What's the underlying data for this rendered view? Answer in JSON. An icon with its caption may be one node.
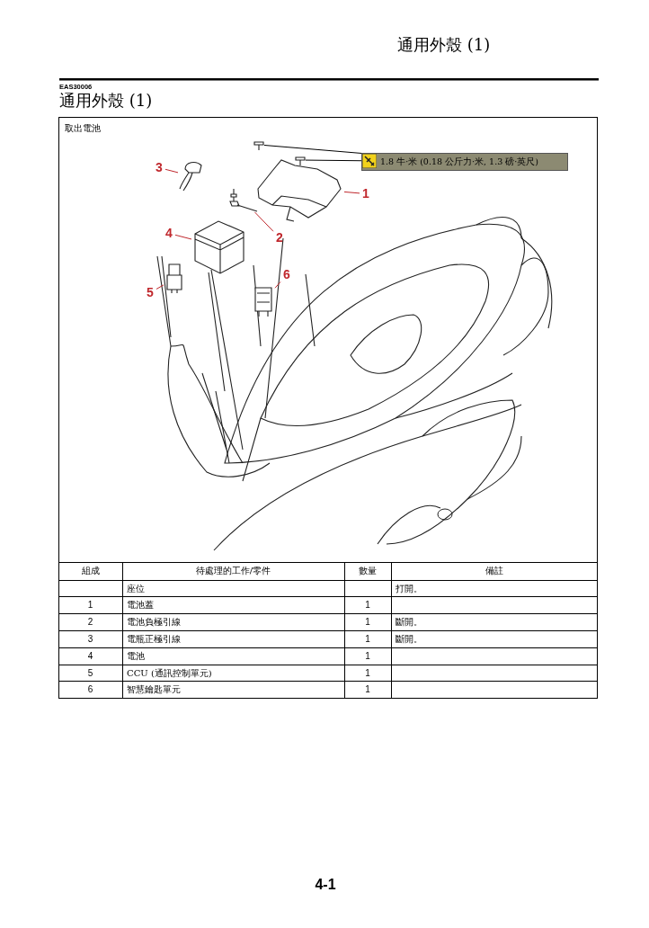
{
  "diagram": {
    "title": "通用外殼 (1)",
    "nodes": [
      {
        "text": [
          "1"
        ]
      },
      {
        "text": [
          "2"
        ]
      },
      {
        "text": [
          "3"
        ]
      },
      {
        "text": [
          "4"
        ]
      },
      {
        "text": [
          "5"
        ]
      },
      {
        "text": [
          "6"
        ]
      },
      {
        "text": [],
        "shape": "picture"
      },
      {
        "text": [],
        "shape": "picture"
      },
      {
        "text": [],
        "shape": "picture"
      },
      {
        "text": [],
        "shape": "picture"
      },
      {
        "text": [],
        "shape": "picture"
      },
      {
        "text": [],
        "shape": "picture"
      },
      {
        "text": [
          "1.8 牛·米 (0.18 公斤力·米, 1.3 磅·英尺)"
        ]
      },
      {
        "text": [],
        "shape": "picture"
      },
      {
        "text": [],
        "shape": "picture"
      }
    ],
    "edges": [
      {
        "from": 0,
        "to": 6,
        "arrow": "none"
      },
      {
        "from": 1,
        "to": 7,
        "arrow": "none"
      },
      {
        "from": 2,
        "to": 8,
        "arrow": "none"
      },
      {
        "from": 3,
        "to": 9,
        "arrow": "none"
      },
      {
        "from": 4,
        "to": 10,
        "arrow": "none"
      },
      {
        "from": 5,
        "to": 11,
        "arrow": "none"
      },
      {
        "from": 12,
        "to": 13,
        "arrow": "none",
        "color": "#000000"
      },
      {
        "from": 12,
        "to": 14,
        "arrow": "none",
        "color": "#000000"
      }
    ],
    "labels": [
      "通用外殼 (1)",
      "EAS30006",
      "取出電池",
      "組成",
      "待處理的工作/零件",
      "數量",
      "備註",
      "座位",
      "打開。",
      "1",
      "電池蓋",
      "1",
      "2",
      "電池負極引線",
      "1",
      "斷開。",
      "3",
      "電瓶正極引線",
      "1",
      "斷開。",
      "4",
      "電池",
      "1",
      "5",
      "CCU (通訊控制單元)",
      "1",
      "6",
      "智慧鑰匙單元",
      "1",
      "4-1"
    ]
  }
}
